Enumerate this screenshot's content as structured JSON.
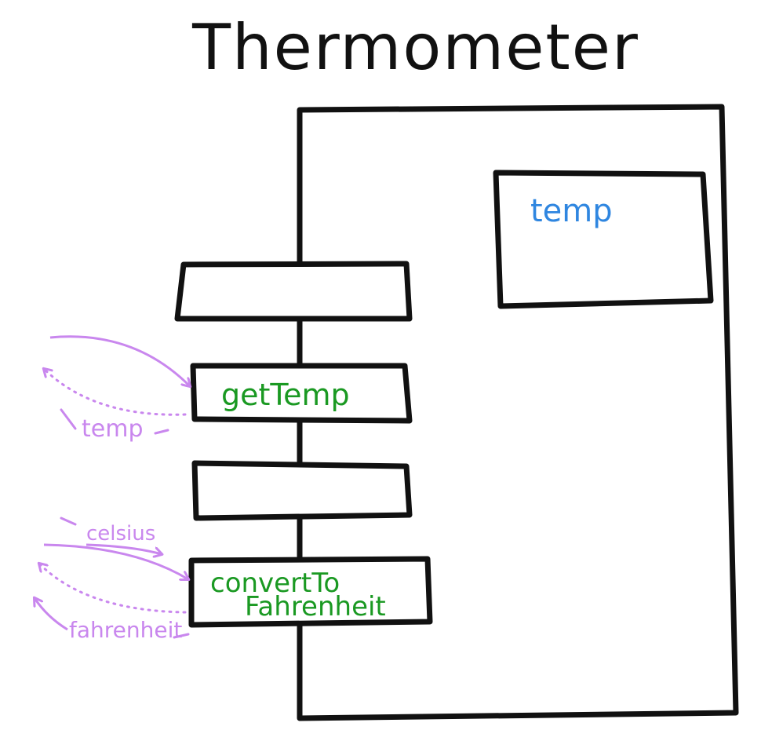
{
  "diagram": {
    "title": "Thermometer",
    "field": {
      "label": "temp"
    },
    "methods": [
      {
        "label": ""
      },
      {
        "label": "getTemp"
      },
      {
        "label": ""
      },
      {
        "label_line1": "convertTo",
        "label_line2": "Fahrenheit"
      }
    ],
    "messages": {
      "get_temp_return": "temp",
      "convert_input": "celsius",
      "convert_return": "fahrenheit"
    },
    "colors": {
      "outline": "#111111",
      "field_text": "#2f86e0",
      "method_text": "#1a9922",
      "message": "#c987ee"
    }
  }
}
